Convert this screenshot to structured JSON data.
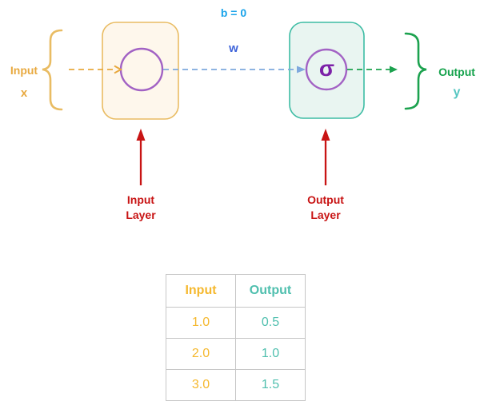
{
  "diagram": {
    "input_group": {
      "label": "Input",
      "symbol": "x"
    },
    "bias_label": "b = 0",
    "weight_label": "w",
    "activation_symbol": "σ",
    "output_group": {
      "label": "Output",
      "symbol": "y"
    },
    "captions": {
      "input_layer": {
        "line1": "Input",
        "line2": "Layer"
      },
      "output_layer": {
        "line1": "Output",
        "line2": "Layer"
      }
    }
  },
  "table": {
    "headers": [
      "Input",
      "Output"
    ],
    "rows": [
      [
        "1.0",
        "0.5"
      ],
      [
        "2.0",
        "1.0"
      ],
      [
        "3.0",
        "1.5"
      ]
    ]
  },
  "colors": {
    "gold_text": "#E8A93F",
    "gold_border": "#E9BC63",
    "gold_fill": "#FEF7EC",
    "purple_ring": "#A262C4",
    "purple_sigma": "#7C21A8",
    "teal_border": "#3DBCA4",
    "teal_fill": "#E9F5F1",
    "teal_text": "#4FBFAE",
    "green": "#1CA24F",
    "bias_blue": "#19A3EA",
    "weight_blue": "#3E63D9",
    "link_blue": "#7FA9DD",
    "red": "#C81414",
    "table_border": "#C6C6C6",
    "table_gold": "#F5B82E"
  }
}
